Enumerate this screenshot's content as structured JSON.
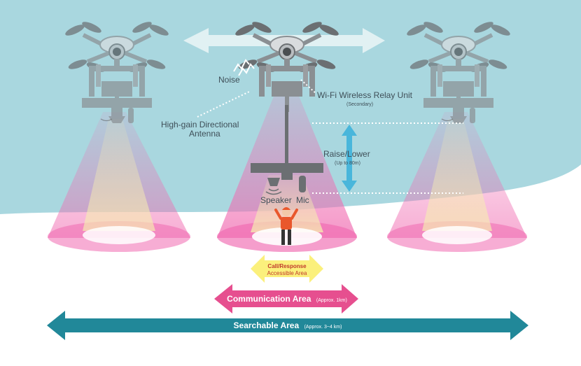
{
  "colors": {
    "sky": "#a9d7df",
    "ground": "#ffffff",
    "drone_gray": "#8a8f93",
    "drone_gray_dark": "#6b6f72",
    "cone_pink": "#f06ab0",
    "cone_yellow": "#f3e9a6",
    "lateral_arrow": "#e1f1f3",
    "vertical_arrow": "#49b6db",
    "call_arrow": "#fbf07c",
    "communication_arrow": "#e64f8f",
    "searchable_arrow": "#218899",
    "call_text": "#c0392b",
    "label_text": "#3f4f58",
    "person": "#e9572c"
  },
  "icons": {
    "noise": "lightning-squiggle-icon",
    "speaker": "speaker-icon",
    "mic": "mic-icon",
    "person": "person-waving-icon",
    "drone": "drone-icon"
  },
  "labels": {
    "noise": "Noise",
    "wifi_relay": "Wi-Fi Wireless Relay Unit",
    "wifi_relay_sub": "(Secondary)",
    "antenna_line1": "High-gain Directional",
    "antenna_line2": "Antenna",
    "raise_lower": "Raise/Lower",
    "raise_lower_sub": "(Up to 80m)",
    "speaker": "Speaker",
    "mic": "Mic"
  },
  "areas": {
    "call_response_line1": "Call/Response",
    "call_response_line2": "Accessible Area",
    "communication": "Communication Area",
    "communication_note": "(Approx. 1km)",
    "searchable": "Searchable Area",
    "searchable_note": "(Approx. 3~4 km)"
  }
}
